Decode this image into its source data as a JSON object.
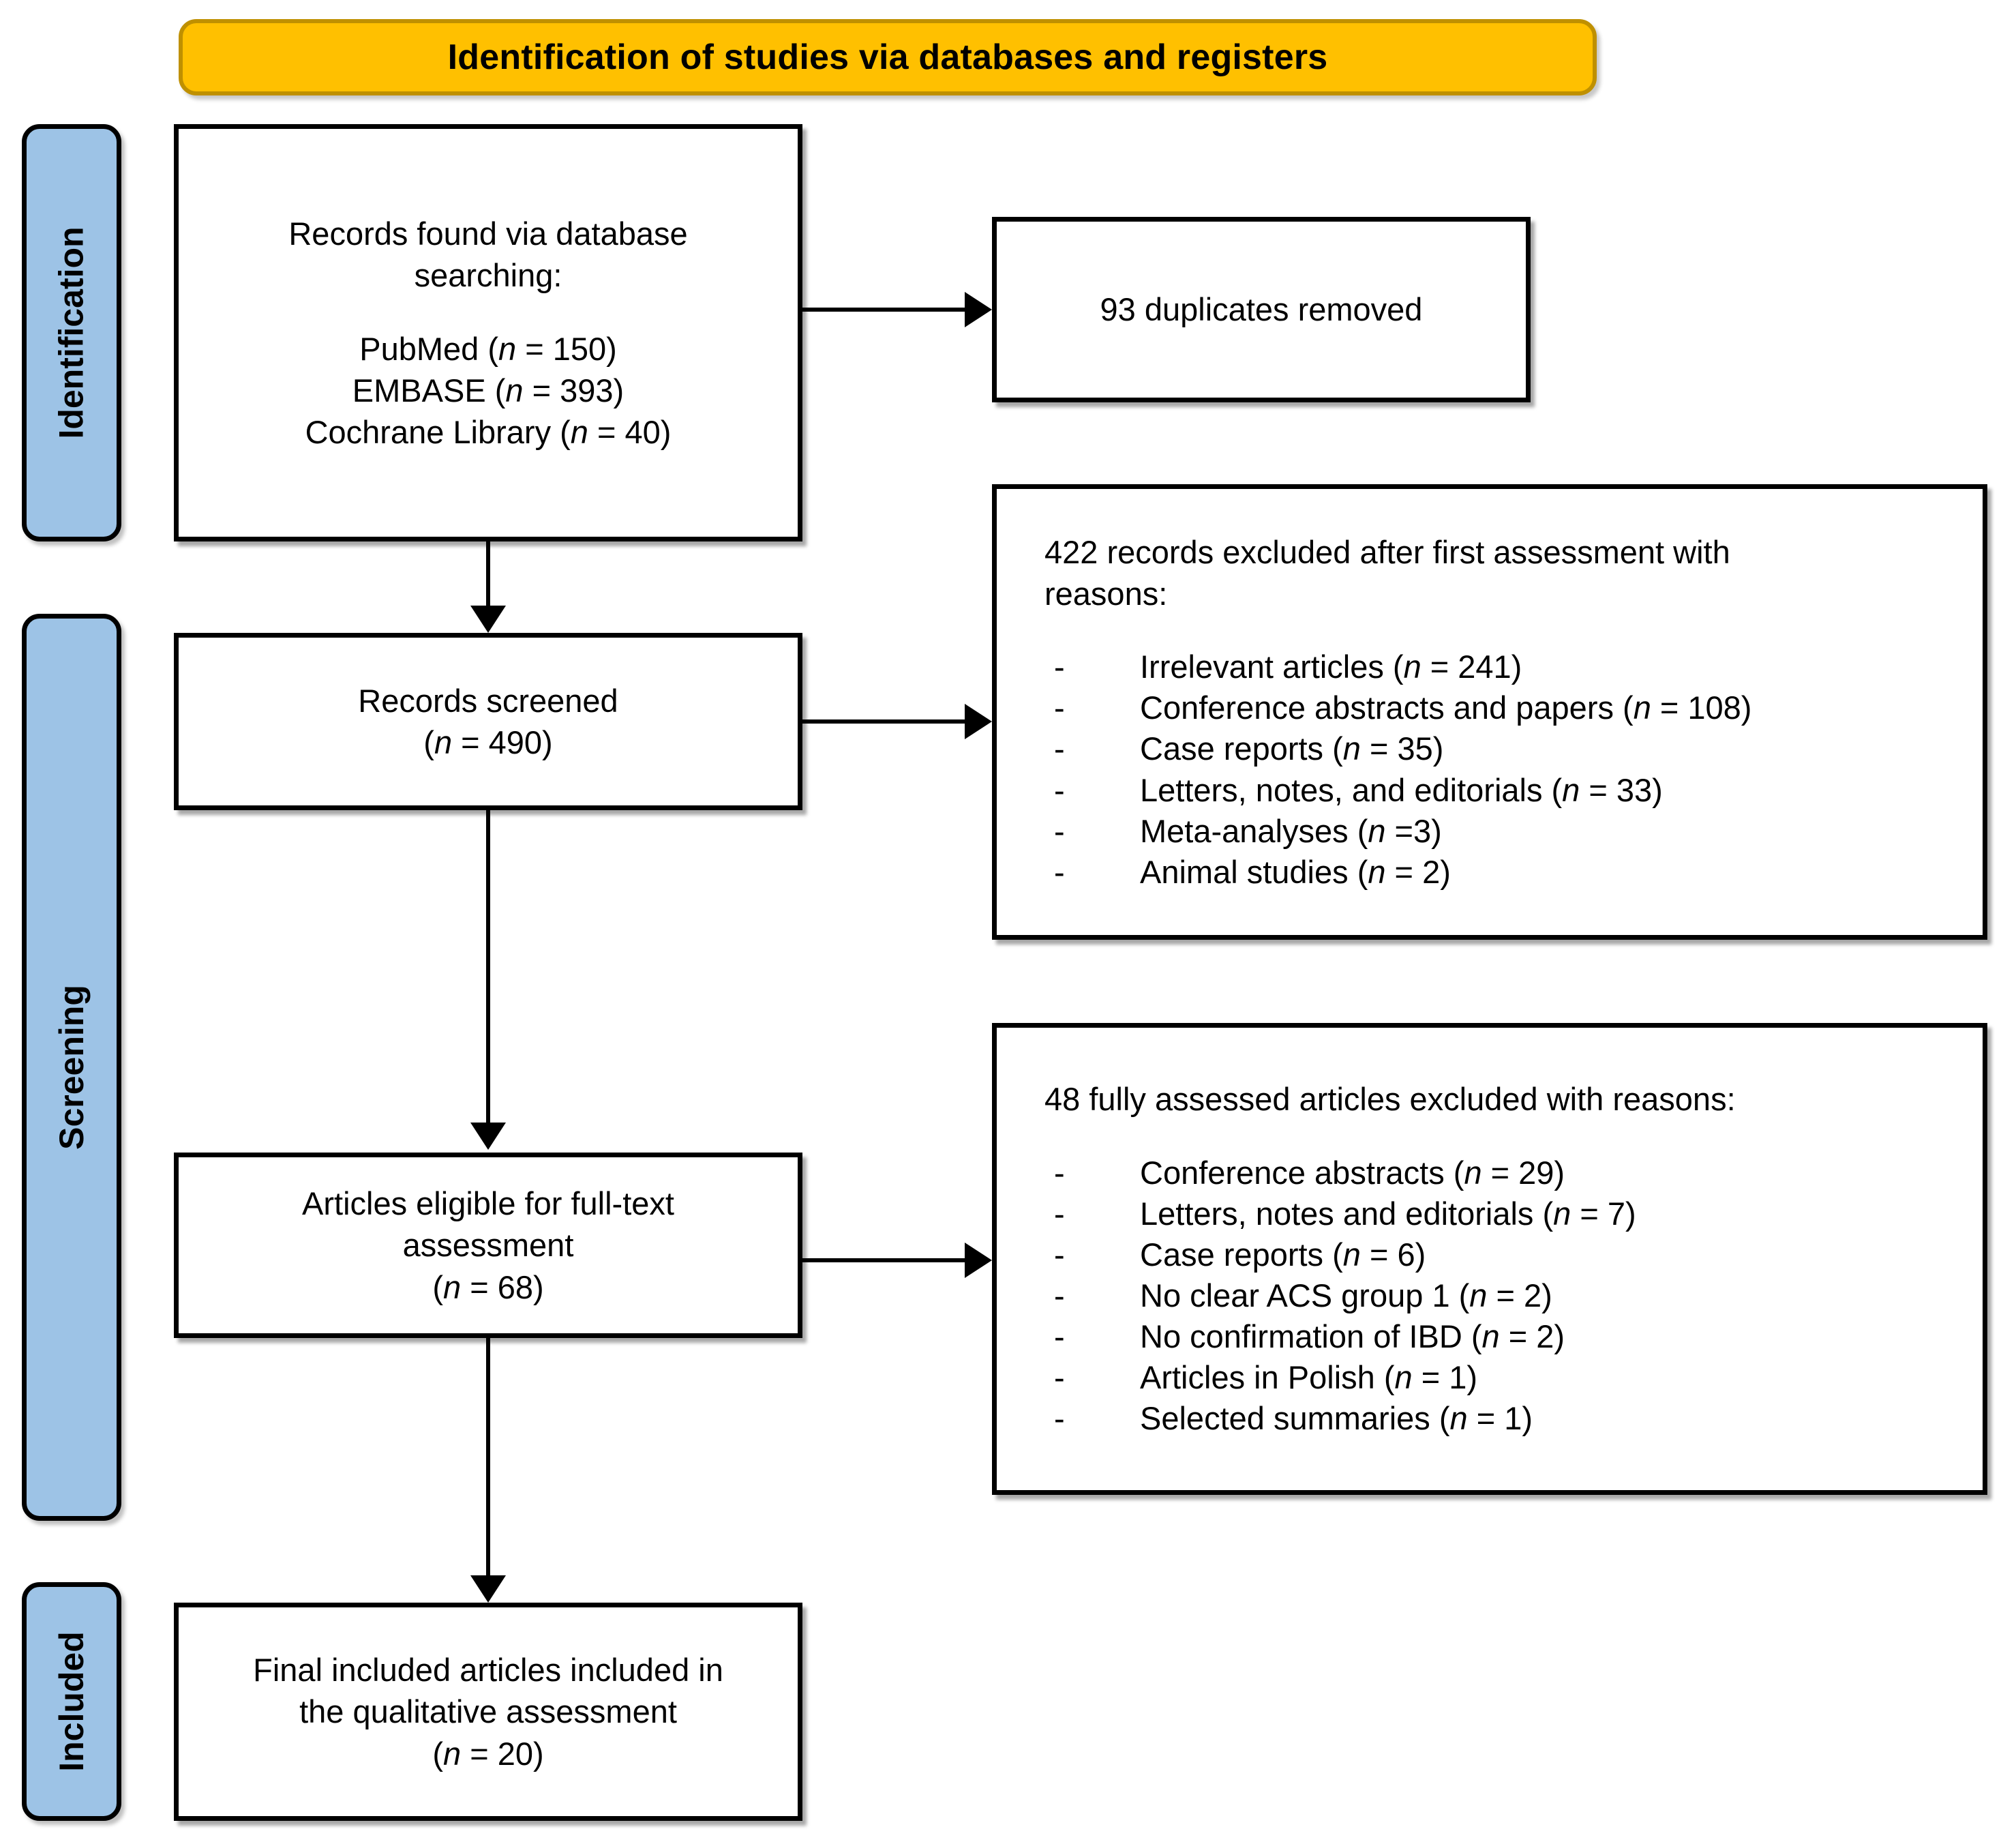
{
  "diagram": {
    "title": "Identification of studies via databases and registers",
    "type": "PRISMA flow diagram"
  },
  "stages": [
    {
      "id": "identification",
      "label": "Identification"
    },
    {
      "id": "screening",
      "label": "Screening"
    },
    {
      "id": "included",
      "label": "Included"
    }
  ],
  "boxes": {
    "records_found": {
      "heading_line1": "Records found via database",
      "heading_line2": "searching:",
      "sources": [
        "PubMed (n = 150)",
        "EMBASE (n = 393)",
        "Cochrane Library (n = 40)"
      ]
    },
    "duplicates_removed": {
      "text": "93 duplicates removed"
    },
    "records_screened": {
      "line1": "Records screened",
      "line2": "(n = 490)"
    },
    "excluded_first": {
      "heading_line1": "422 records excluded after first assessment with",
      "heading_line2": "reasons:",
      "reasons": [
        "Irrelevant articles (n = 241)",
        "Conference abstracts and papers (n = 108)",
        "Case reports (n = 35)",
        "Letters, notes, and editorials (n = 33)",
        "Meta-analyses (n =3)",
        "Animal studies (n = 2)"
      ]
    },
    "eligible_fulltext": {
      "line1": "Articles eligible for full-text",
      "line2": "assessment",
      "line3": "(n = 68)"
    },
    "excluded_fulltext": {
      "heading": "48 fully assessed articles excluded with reasons:",
      "reasons": [
        "Conference abstracts (n = 29)",
        "Letters, notes and editorials (n = 7)",
        "Case reports (n = 6)",
        "No clear ACS group 1 (n = 2)",
        "No confirmation of IBD (n = 2)",
        "Articles in Polish (n = 1)",
        "Selected summaries (n = 1)"
      ]
    },
    "final_included": {
      "line1": "Final included articles included in",
      "line2": "the qualitative assessment",
      "line3": "(n = 20)"
    }
  },
  "colors": {
    "banner_fill": "#FFC000",
    "banner_border": "#BF9000",
    "stage_label_fill": "#9DC3E6",
    "box_border": "#000000",
    "box_fill": "#FFFFFF"
  }
}
